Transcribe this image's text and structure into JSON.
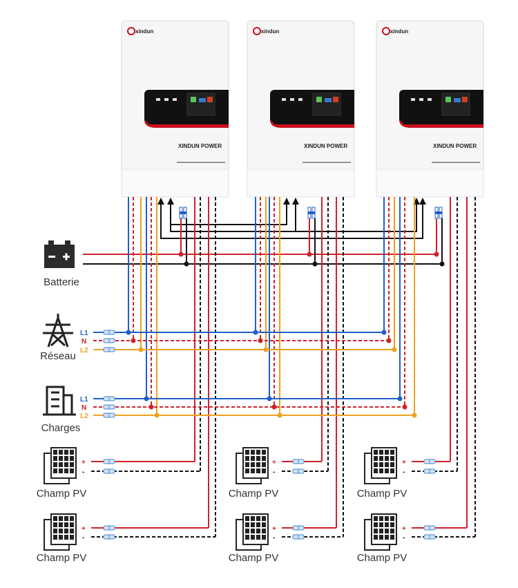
{
  "labels": {
    "battery": "Batterie",
    "grid": "Réseau",
    "loads": "Charges",
    "pv": "Champ PV"
  },
  "phases": {
    "l1": "L1",
    "n": "N",
    "l2": "L2"
  },
  "polarity": {
    "plus": "+",
    "minus": "-"
  },
  "inverters": [
    {
      "brand": "xindun",
      "model_text": "XINDUN POWER"
    },
    {
      "brand": "xindun",
      "model_text": "XINDUN POWER"
    },
    {
      "brand": "xindun",
      "model_text": "XINDUN POWER"
    }
  ],
  "colors": {
    "l1": "#1f5fc7",
    "n": "#d0202a",
    "l2": "#f0a020",
    "black": "#111111",
    "red_wire": "#d0202a",
    "brand_red": "#d0202a"
  }
}
